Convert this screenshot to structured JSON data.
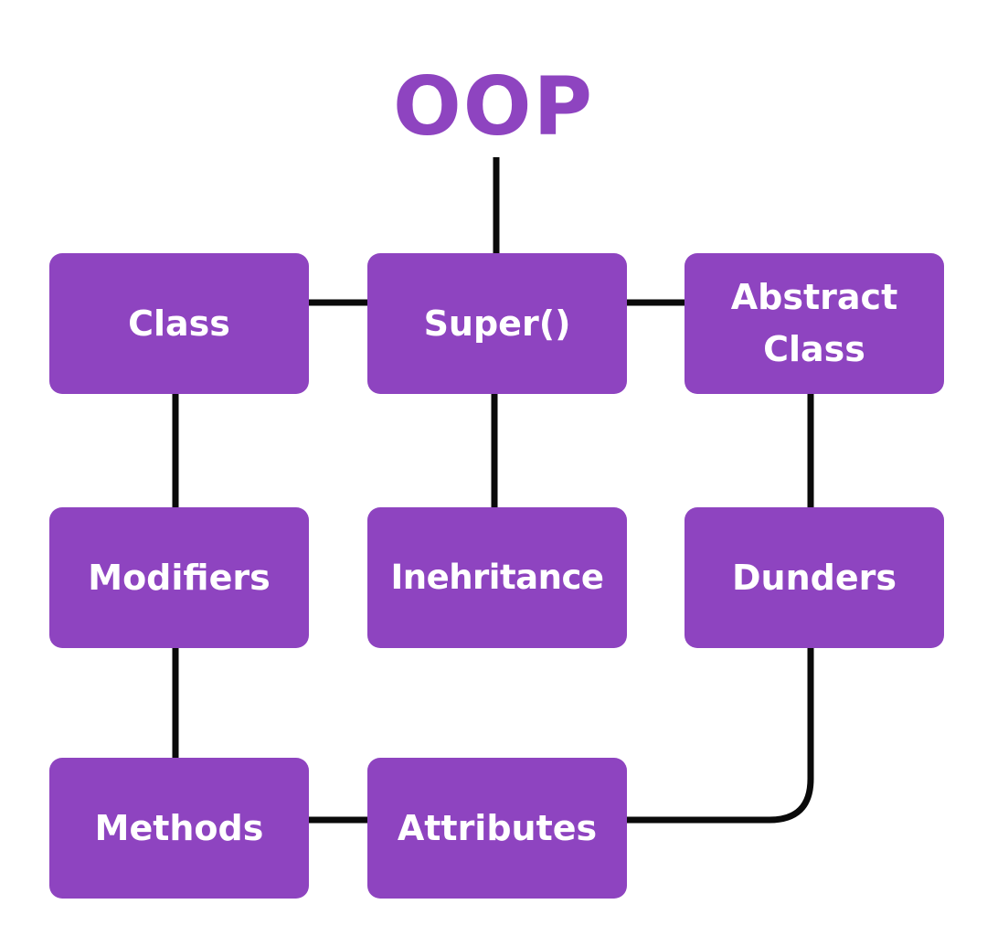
{
  "title": "OOP",
  "colors": {
    "accent": "#8e44c0",
    "node_fill": "#8e44c0",
    "node_text": "#ffffff",
    "connector": "#0a0a0a",
    "background": "#ffffff"
  },
  "nodes": {
    "class": "Class",
    "super": "Super()",
    "abstract_class": "Abstract\nClass",
    "modifiers": "Modifiers",
    "inheritance": "Inehritance",
    "dunders": "Dunders",
    "methods": "Methods",
    "attributes": "Attributes"
  }
}
